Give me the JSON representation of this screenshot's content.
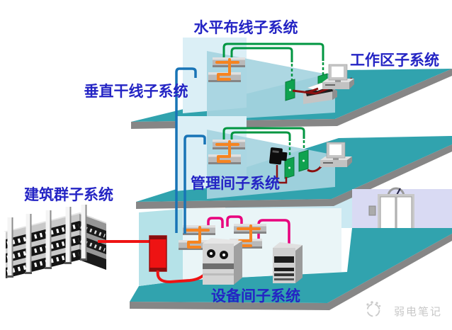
{
  "diagram": {
    "type": "structured-cabling-system-diagram",
    "labels": {
      "horizontal_cabling": "水平布线子系统",
      "work_area": "工作区子系统",
      "vertical_backbone": "垂直干线子系统",
      "management_room": "管理间子系统",
      "building_complex": "建筑群子系统",
      "equipment_room": "设备间子系统"
    },
    "watermark": "弱电笔记",
    "colors": {
      "floor_teal": "#31A3AE",
      "slab_edge_gray": "#868686",
      "label_blue": "#2424C4",
      "cable_green": "#009641",
      "cable_dark_red": "#8A1010",
      "cable_red": "#EE1313",
      "cable_pink": "#E8007D",
      "cable_blue": "#1874B6",
      "patch_cord_orange": "#F68420",
      "wall_light_blue": "#DBEFF6",
      "wall_divider_blue": "#A6D4E0",
      "wall_lavender": "#D9DAF3",
      "outlet_green": "#0FA24F"
    }
  }
}
